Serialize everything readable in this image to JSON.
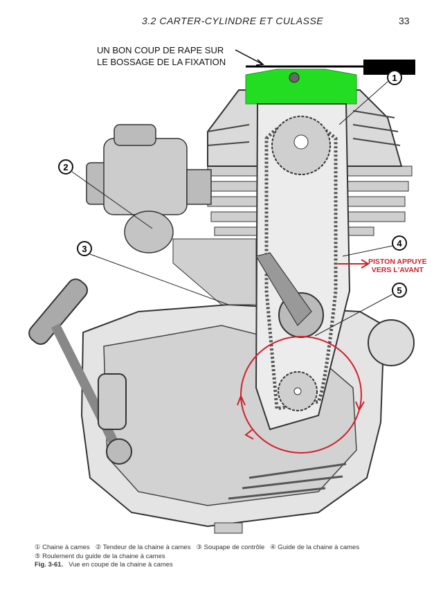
{
  "header": {
    "section_title": "3.2   CARTER-CYLINDRE  ET  CULASSE",
    "page_number": "33"
  },
  "annotation": {
    "line1": "UN BON COUP DE RAPE SUR",
    "line2": "LE BOSSAGE DE LA FIXATION"
  },
  "red_annotation": {
    "line1": "PISTON APPUYE",
    "line2": "VERS L'AVANT"
  },
  "callouts": [
    "1",
    "2",
    "3",
    "4",
    "5"
  ],
  "legend": {
    "items": [
      "① Chaine à cames",
      "② Tendeur de la chaine à cames",
      "③ Soupape de contrôle",
      "④ Guide de la chaine à cames",
      "⑤ Roulement du guide de la chaine à cames"
    ],
    "figure_label": "Fig. 3-61.",
    "figure_title": "Vue en coupe de la chaine à cames"
  },
  "colors": {
    "highlight_green": "#22dd22",
    "annotation_red": "#d0202a"
  }
}
